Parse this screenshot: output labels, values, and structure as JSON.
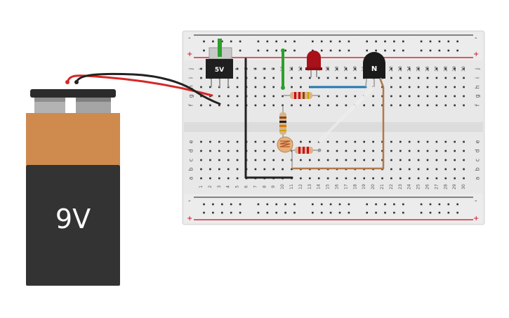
{
  "battery": {
    "label": "9V",
    "colors": {
      "body": "#333333",
      "top": "#cf8a4e",
      "cap": "#2b2b2b",
      "terminal": "#a9a9a9"
    }
  },
  "regulator": {
    "label": "5V"
  },
  "transistor": {
    "label": "N"
  },
  "breadboard": {
    "column_labels": [
      "1",
      "2",
      "3",
      "4",
      "5",
      "6",
      "7",
      "8",
      "9",
      "10",
      "11",
      "12",
      "13",
      "14",
      "15",
      "16",
      "17",
      "18",
      "19",
      "20",
      "21",
      "22",
      "23",
      "24",
      "25",
      "26",
      "27",
      "28",
      "29",
      "30"
    ],
    "row_labels_top": [
      "j",
      "i",
      "h",
      "g",
      "f"
    ],
    "row_labels_bottom": [
      "e",
      "d",
      "c",
      "b",
      "a"
    ],
    "rail_signs": {
      "plus": "+",
      "minus": "-"
    },
    "colors": {
      "board": "#e6e6e6",
      "hole": "#2f2f2f",
      "red_line": "#d0021b",
      "dark_line": "#444444"
    }
  },
  "wire_colors": {
    "red": "#d62728",
    "black": "#222222",
    "green": "#2ca02c",
    "blue": "#1f77b4",
    "brown": "#b07a4a",
    "white": "#ffffff"
  },
  "led": {
    "color": "#a8101a"
  }
}
